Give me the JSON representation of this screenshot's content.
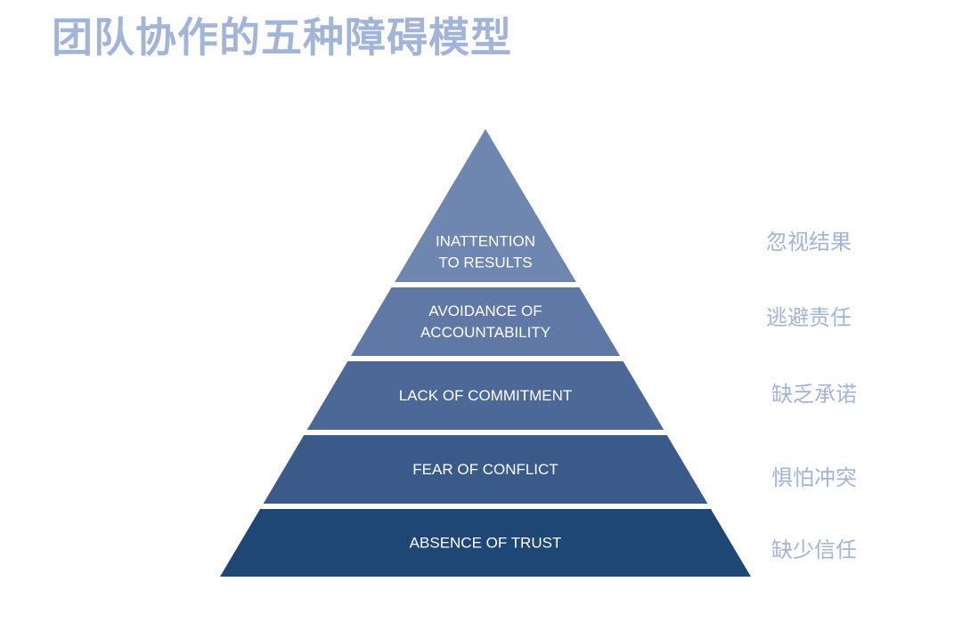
{
  "title": "团队协作的五种障碍模型",
  "colors": {
    "title": "#a3b4d9",
    "cn_label": "#a3b4d9",
    "layer_text": "#ffffff"
  },
  "pyramid": {
    "levels": [
      {
        "lines": [
          "INATTENTION",
          "TO RESULTS"
        ],
        "cn": "忽视结果",
        "color": "#6f86b0"
      },
      {
        "lines": [
          "AVOIDANCE OF",
          "ACCOUNTABILITY"
        ],
        "cn": "逃避责任",
        "color": "#5f78a5"
      },
      {
        "lines": [
          "LACK OF COMMITMENT"
        ],
        "cn": "缺乏承诺",
        "color": "#4c6896"
      },
      {
        "lines": [
          "FEAR OF CONFLICT"
        ],
        "cn": "惧怕冲突",
        "color": "#3a5a8a"
      },
      {
        "lines": [
          "ABSENCE OF TRUST"
        ],
        "cn": "缺少信任",
        "color": "#1f4775"
      }
    ]
  }
}
